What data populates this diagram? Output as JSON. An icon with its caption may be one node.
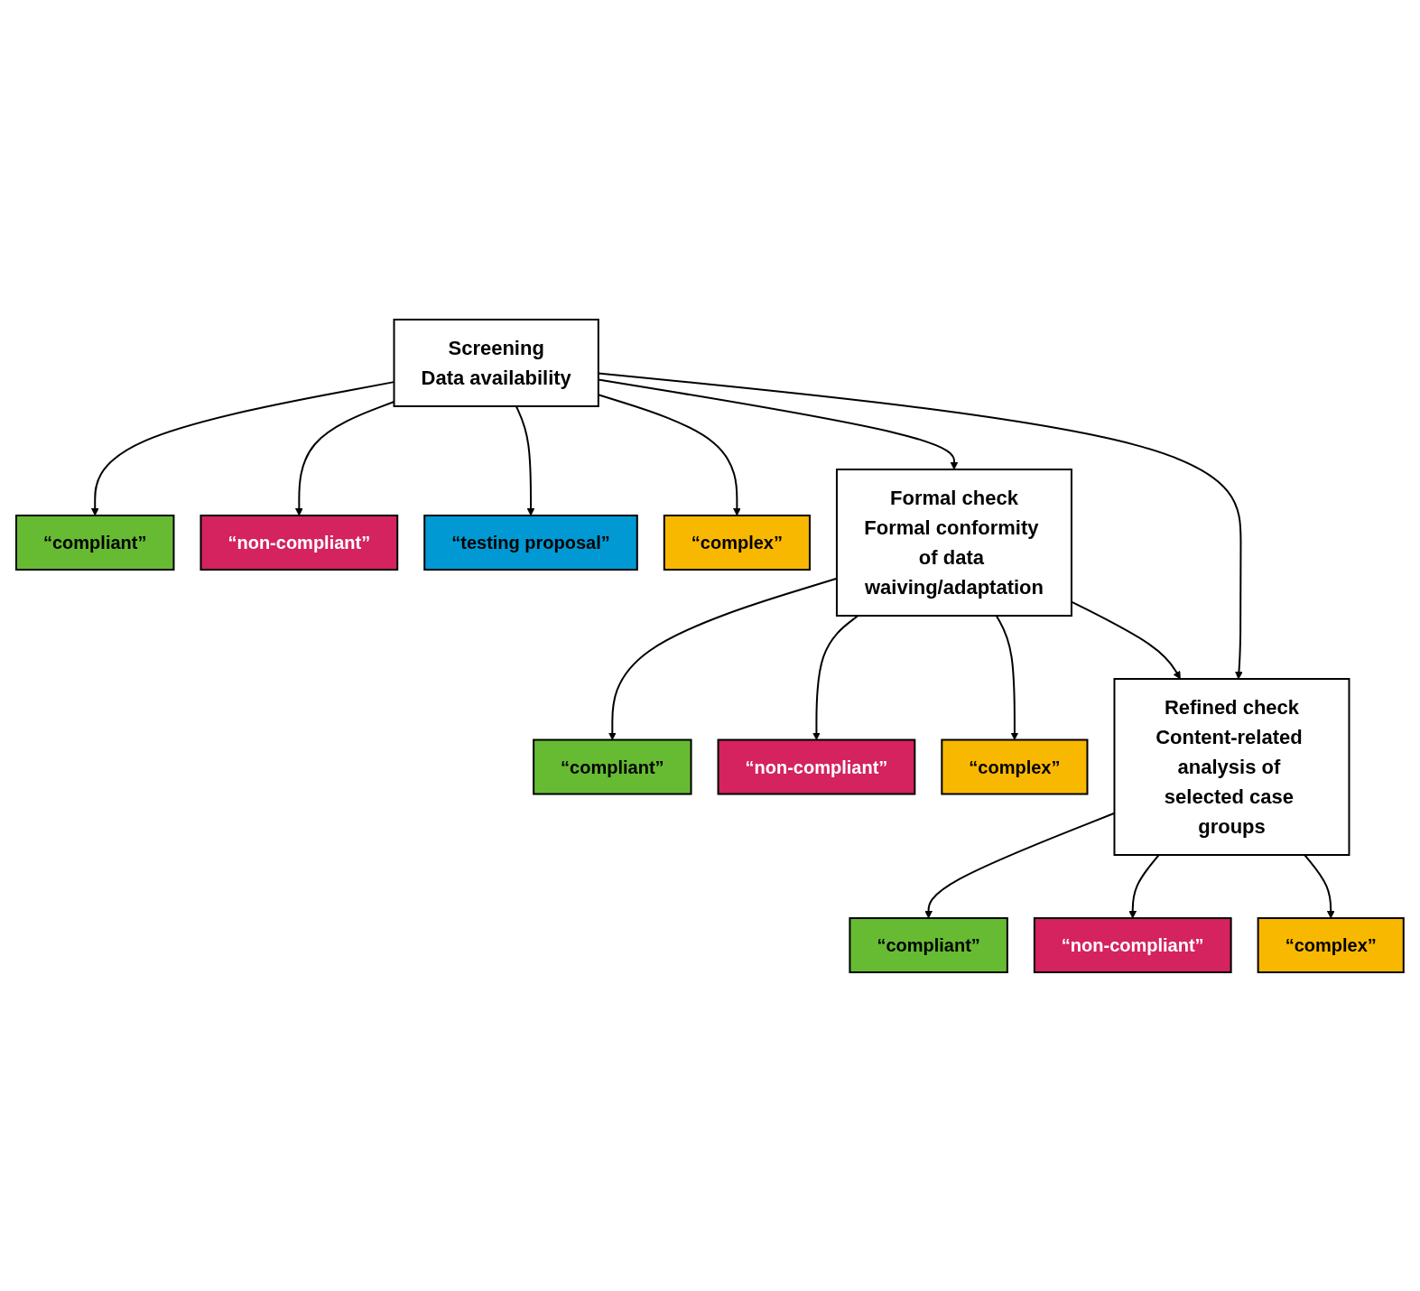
{
  "diagram": {
    "nodes": [
      {
        "text": [
          "Screening",
          "Data availability"
        ]
      },
      {
        "text": [
          "“compliant”"
        ]
      },
      {
        "text": [
          "“non-compliant”"
        ]
      },
      {
        "text": [
          "“testing proposal”"
        ]
      },
      {
        "text": [
          "“complex”"
        ]
      },
      {
        "text": [
          "Formal check",
          "Formal conformity of data waiving/adaptation"
        ]
      },
      {
        "text": [
          "“compliant”"
        ]
      },
      {
        "text": [
          "“non-compliant”"
        ]
      },
      {
        "text": [
          "“complex”"
        ]
      },
      {
        "text": [
          "Refined check",
          "Content-related analysis of selected case groups"
        ]
      },
      {
        "text": [
          "“compliant”"
        ]
      },
      {
        "text": [
          "“non-compliant”"
        ]
      },
      {
        "text": [
          "“complex”"
        ]
      }
    ],
    "edges": [
      {
        "from": 0,
        "to": 1,
        "arrow": "to"
      },
      {
        "from": 0,
        "to": 2,
        "arrow": "to"
      },
      {
        "from": 0,
        "to": 3,
        "arrow": "to"
      },
      {
        "from": 0,
        "to": 4,
        "arrow": "to"
      },
      {
        "from": 0,
        "to": 5,
        "arrow": "to"
      },
      {
        "from": 5,
        "to": 6,
        "arrow": "to"
      },
      {
        "from": 5,
        "to": 7,
        "arrow": "to"
      },
      {
        "from": 5,
        "to": 8,
        "arrow": "to"
      },
      {
        "from": 5,
        "to": 9,
        "arrow": "to"
      },
      {
        "from": 0,
        "to": 9,
        "arrow": "to"
      },
      {
        "from": 9,
        "to": 10,
        "arrow": "to"
      },
      {
        "from": 9,
        "to": 11,
        "arrow": "to"
      },
      {
        "from": 9,
        "to": 12,
        "arrow": "to"
      }
    ]
  }
}
